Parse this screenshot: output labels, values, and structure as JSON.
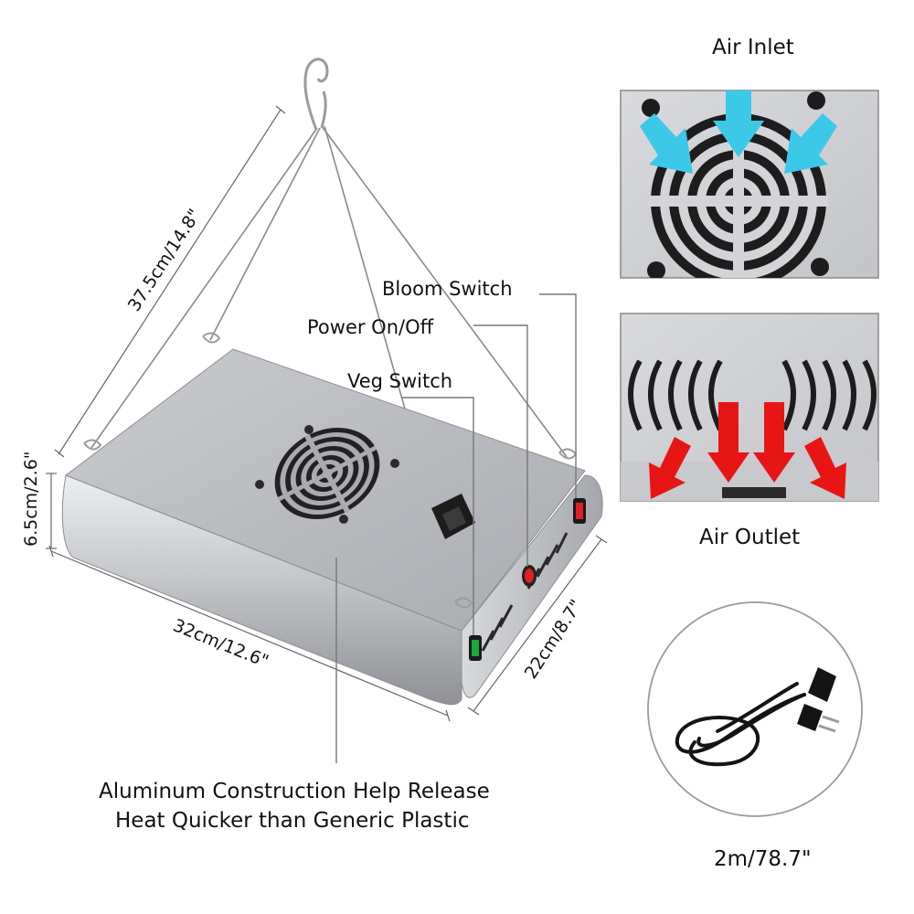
{
  "labels": {
    "bloom_switch": "Bloom Switch",
    "power_on_off": "Power On/Off",
    "veg_switch": "Veg Switch",
    "air_inlet": "Air Inlet",
    "air_outlet": "Air Outlet"
  },
  "dimensions": {
    "hanging_length": "37.5cm/14.8\"",
    "height": "6.5cm/2.6\"",
    "length": "32cm/12.6\"",
    "width": "22cm/8.7\"",
    "cord_length": "2m/78.7\""
  },
  "caption": {
    "line1": "Aluminum Construction Help Release",
    "line2": "Heat Quicker than Generic Plastic"
  },
  "colors": {
    "housing": "#b9bbbf",
    "housing_dark": "#9a9ca1",
    "inlet_arrow": "#3cc8e8",
    "outlet_arrow": "#e81515",
    "switch_green": "#19a83a",
    "switch_red": "#e02020",
    "leader_line": "#777777"
  },
  "icons": [
    "hook-icon",
    "fan-grille-icon",
    "power-socket-icon",
    "rocker-switch-icon",
    "power-cord-icon"
  ]
}
